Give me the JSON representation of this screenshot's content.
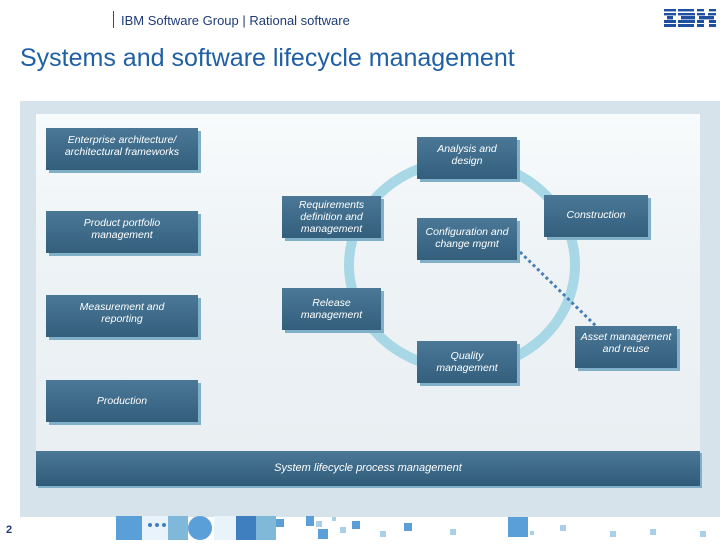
{
  "header": {
    "text": "IBM Software Group | Rational software",
    "logo": "IBM"
  },
  "title": "Systems and software lifecycle management",
  "left_boxes": [
    "Enterprise architecture/ architectural frameworks",
    "Product portfolio management",
    "Measurement and reporting",
    "Production"
  ],
  "cycle_boxes": {
    "requirements": "Requirements definition and management",
    "analysis": "Analysis and design",
    "config": "Configuration and change mgmt",
    "construction": "Construction",
    "release": "Release management",
    "quality": "Quality management",
    "asset": "Asset management and reuse"
  },
  "bottom_bar": "System lifecycle process management",
  "footer": {
    "page_number": "2"
  },
  "colors": {
    "box": "#3f6c8a",
    "ring": "#a8d7e6",
    "title": "#1f5fa3",
    "dotted": "#4a7fb5"
  }
}
